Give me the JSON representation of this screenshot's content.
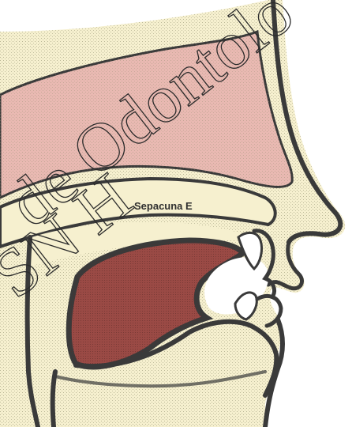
{
  "figure": {
    "colors": {
      "background": "#ffffff",
      "nasal_cavity": "#e9b9b2",
      "tongue": "#9a4a45",
      "soft_tissue": "#f6f0cf",
      "outline": "#3a3a3a",
      "stippling": "#8a8a6a"
    },
    "label": "Sepacuna E",
    "watermark": {
      "line1": "de Odontolo",
      "line2": "SN H"
    }
  }
}
